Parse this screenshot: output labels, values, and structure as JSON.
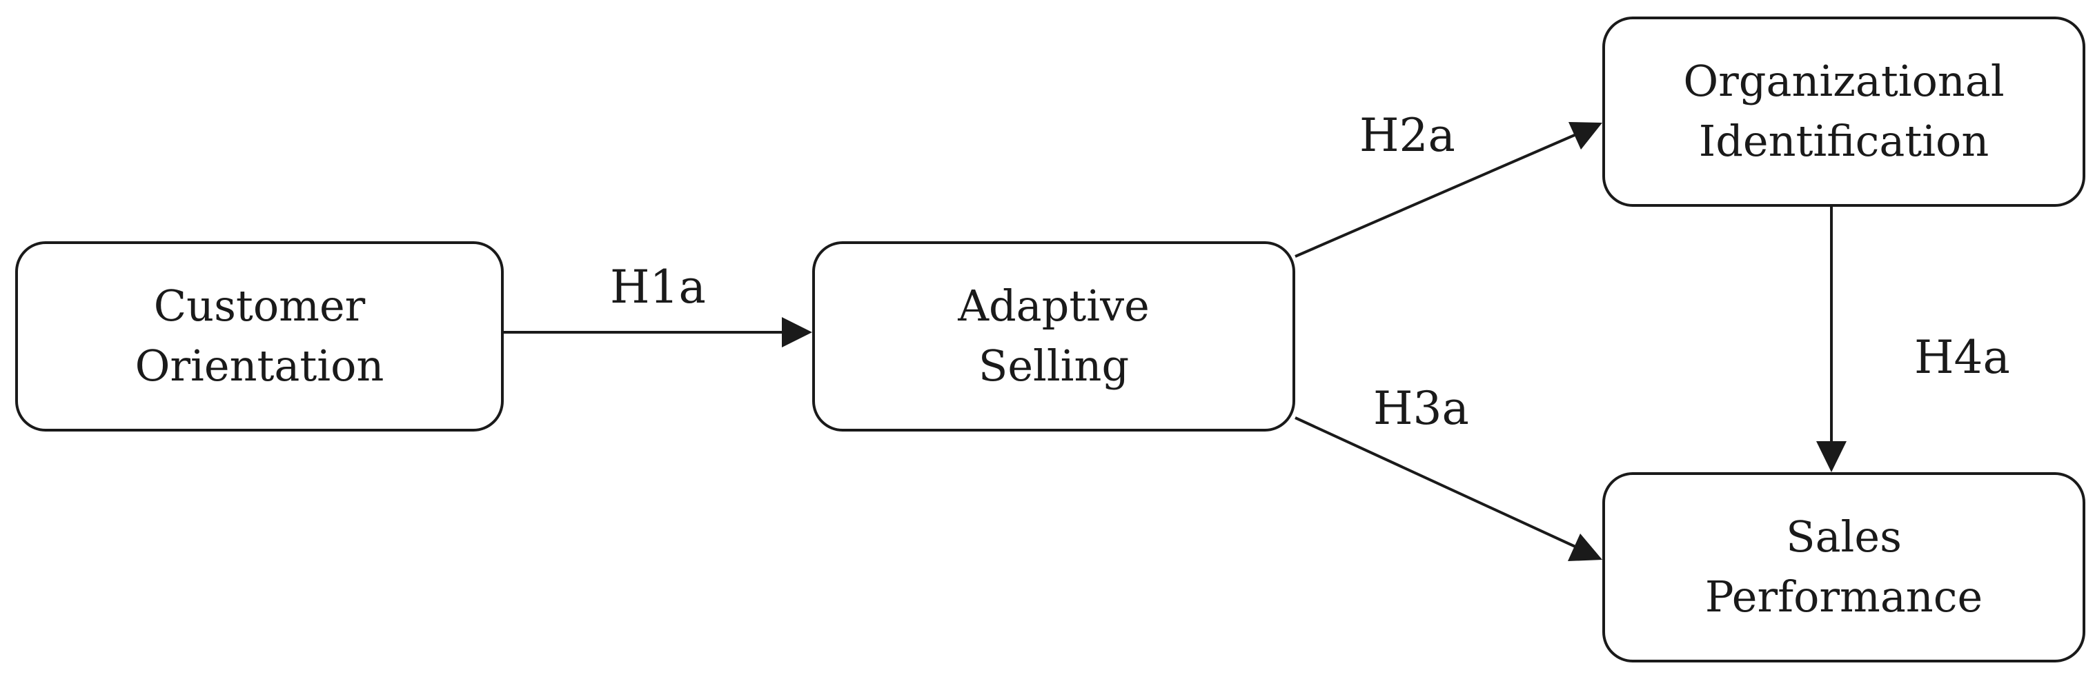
{
  "nodes": {
    "customer_orientation": {
      "line1": "Customer",
      "line2": "Orientation"
    },
    "adaptive_selling": {
      "line1": "Adaptive",
      "line2": "Selling"
    },
    "organizational_identification": {
      "line1": "Organizational",
      "line2": "Identification"
    },
    "sales_performance": {
      "line1": "Sales",
      "line2": "Performance"
    }
  },
  "edges": [
    {
      "from": "customer_orientation",
      "to": "adaptive_selling",
      "label": "H1a"
    },
    {
      "from": "adaptive_selling",
      "to": "organizational_identification",
      "label": "H2a"
    },
    {
      "from": "adaptive_selling",
      "to": "sales_performance",
      "label": "H3a"
    },
    {
      "from": "organizational_identification",
      "to": "sales_performance",
      "label": "H4a"
    }
  ],
  "colors": {
    "stroke": "#1a1a1a",
    "background": "#ffffff"
  }
}
